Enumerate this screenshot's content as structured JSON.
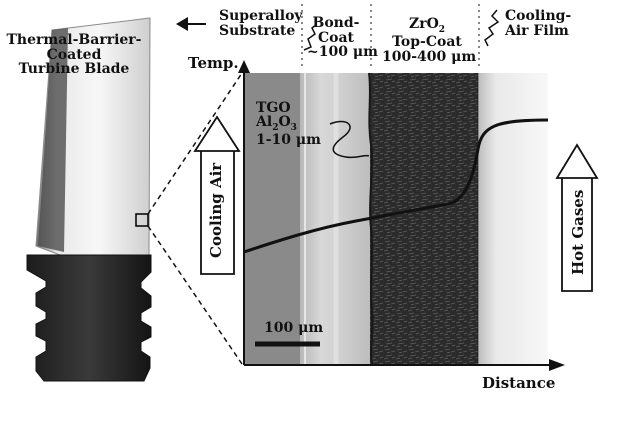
{
  "labels": {
    "blade_title_line1": "Thermal-Barrier-",
    "blade_title_line2": "Coated",
    "blade_title_line3": "Turbine Blade",
    "superalloy_line1": "Superalloy",
    "superalloy_line2": "Substrate",
    "bondcoat_line1": "Bond-",
    "bondcoat_line2": "Coat",
    "bondcoat_line3": "~100 μm",
    "topcoat_line1": "ZrO",
    "topcoat_line1_sub": "2",
    "topcoat_line2": "Top-Coat",
    "topcoat_line3": "100-400 μm",
    "cooling_film_line1": "Cooling-",
    "cooling_film_line2": "Air Film",
    "temp_axis": "Temp.",
    "distance_axis": "Distance",
    "tgo_line1": "TGO",
    "tgo_line2_a": "Al",
    "tgo_line2_sub1": "2",
    "tgo_line2_b": "O",
    "tgo_line2_sub2": "3",
    "tgo_line3": "1-10 μm",
    "scale_bar": "100 μm",
    "cooling_air": "Cooling Air",
    "hot_gases": "Hot Gases"
  },
  "colors": {
    "substrate": "#8f8f8f",
    "bondcoat": "#c9c9c9",
    "topcoat": "#2a2a2a",
    "film": "#f6f6f6",
    "line": "#111111"
  }
}
